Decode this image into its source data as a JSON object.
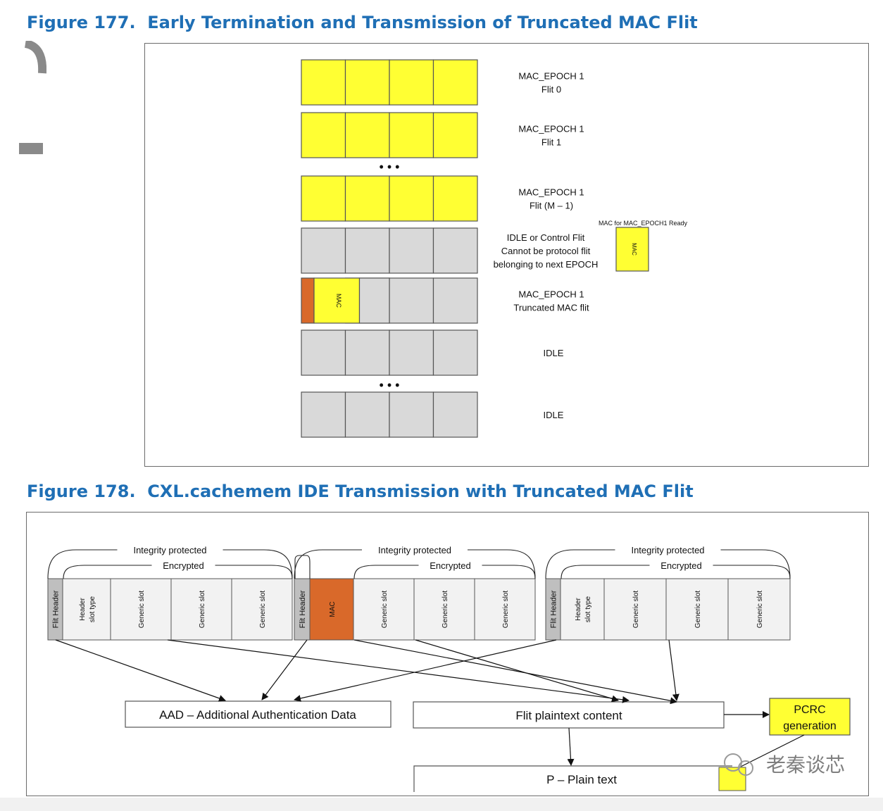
{
  "figure177": {
    "title": "Figure 177.  Early Termination and Transmission of Truncated MAC Flit",
    "rows": [
      {
        "label_lines": [
          "MAC_EPOCH 1",
          "Flit 0"
        ],
        "fill": "yellow"
      },
      {
        "label_lines": [
          "MAC_EPOCH 1",
          "Flit 1"
        ],
        "fill": "yellow"
      },
      {
        "label_lines": [
          "MAC_EPOCH 1",
          "Flit (M – 1)"
        ],
        "fill": "yellow"
      },
      {
        "label_lines": [
          "IDLE or Control Flit",
          "Cannot be protocol flit",
          "belonging to next EPOCH"
        ],
        "fill": "gray"
      },
      {
        "label_lines": [
          "MAC_EPOCH 1",
          "Truncated MAC flit"
        ],
        "fill": "truncated"
      },
      {
        "label_lines": [
          "IDLE"
        ],
        "fill": "gray"
      },
      {
        "label_lines": [
          "IDLE"
        ],
        "fill": "gray"
      }
    ],
    "ellipsis": "• • •",
    "mac_ready_label": "MAC  for MAC_EPOCH1 Ready",
    "mac_box_label": "MAC",
    "truncated_mac_label": "MAC"
  },
  "figure178": {
    "title": "Figure 178.  CXL.cachemem IDE Transmission with Truncated MAC Flit",
    "groups": [
      {
        "slots": [
          "Flit Header",
          "Header\nslot type",
          "Generic slot",
          "Generic slot",
          "Generic slot"
        ],
        "integrity_label": "Integrity protected",
        "encrypted_label": "Encrypted"
      },
      {
        "slots": [
          "Flit Header",
          "MAC",
          "Generic slot",
          "Generic slot",
          "Generic slot"
        ],
        "integrity_label": "Integrity protected",
        "encrypted_label": "Encrypted"
      },
      {
        "slots": [
          "Flit Header",
          "Header\nslot type",
          "Generic slot",
          "Generic slot",
          "Generic slot"
        ],
        "integrity_label": "Integrity protected",
        "encrypted_label": "Encrypted"
      }
    ],
    "aad_label": "AAD – Additional Authentication Data",
    "plaintext_content_label": "Flit plaintext content",
    "pcrc_label_lines": [
      "PCRC",
      "generation"
    ],
    "plain_text_label": "P – Plain text",
    "watermark": "老秦谈芯"
  },
  "colors": {
    "title": "#1f6fb5",
    "yellow": "#ffff33",
    "gray": "#d9d9d9",
    "orange": "#d9692a",
    "border": "#555555"
  }
}
